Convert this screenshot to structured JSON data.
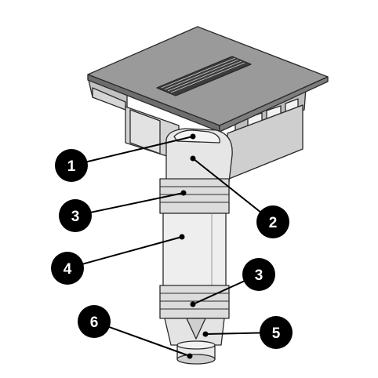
{
  "diagram": {
    "callouts": [
      {
        "id": "c1",
        "label": "1"
      },
      {
        "id": "c2",
        "label": "2"
      },
      {
        "id": "c3a",
        "label": "3"
      },
      {
        "id": "c4",
        "label": "4"
      },
      {
        "id": "c3b",
        "label": "3"
      },
      {
        "id": "c5",
        "label": "5"
      },
      {
        "id": "c6",
        "label": "6"
      }
    ],
    "colors": {
      "hood_top": "#9a9a9a",
      "hood_frame": "#bcbcbc",
      "duct": "#e6e6e6",
      "outline": "#2a2a2a",
      "callout_fill": "#000000",
      "callout_text": "#ffffff"
    }
  }
}
